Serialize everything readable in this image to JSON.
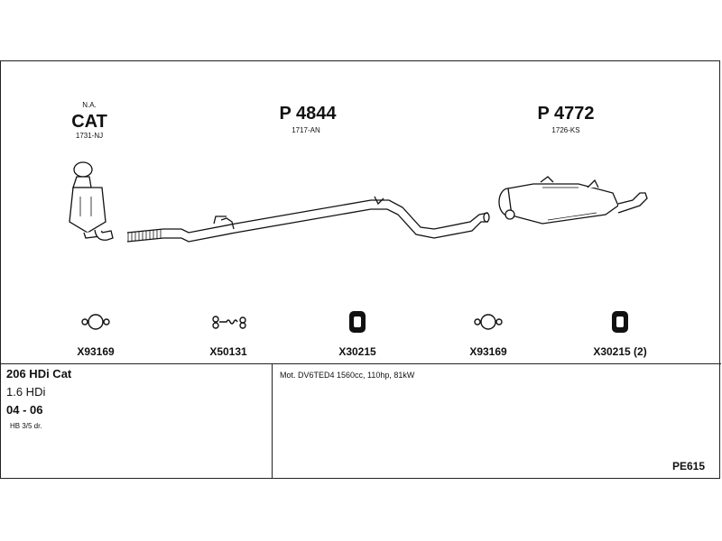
{
  "parts": {
    "cat": {
      "top_note": "N.A.",
      "name": "CAT",
      "code": "1731-NJ"
    },
    "middle": {
      "name": "P 4844",
      "code": "1717-AN"
    },
    "rear": {
      "name": "P 4772",
      "code": "1726-KS"
    }
  },
  "fittings": [
    {
      "label": "X93169",
      "icon": "clamp-icon"
    },
    {
      "label": "X50131",
      "icon": "bolt-spring-icon"
    },
    {
      "label": "X30215",
      "icon": "rubber-hanger-icon"
    },
    {
      "label": "X93169",
      "icon": "clamp-icon"
    },
    {
      "label": "X30215 (2)",
      "icon": "rubber-hanger-icon"
    }
  ],
  "vehicle": {
    "model": "206 HDi Cat",
    "engine": "1.6 HDi",
    "years": "04 - 06",
    "body": "HB 3/5 dr."
  },
  "engine_note": "Mot. DV6TED4 1560cc, 110hp, 81kW",
  "reference": "PE615"
}
